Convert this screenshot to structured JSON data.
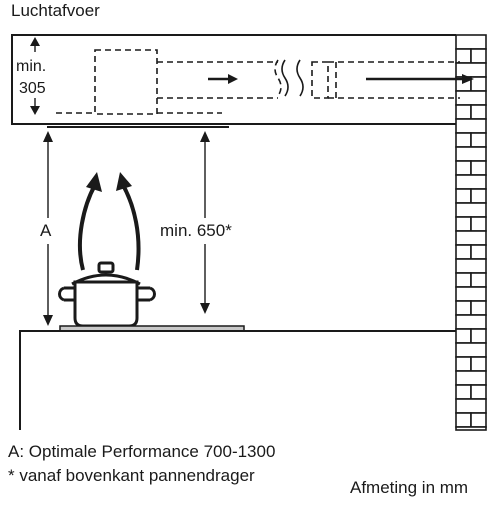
{
  "title": "Luchtafvoer",
  "labels": {
    "min_label": "min.",
    "min_value": "305",
    "a_label": "A",
    "min650": "min. 650*"
  },
  "footer": {
    "line1": "A: Optimale Performance 700-1300",
    "line2": "* vanaf bovenkant pannendrager",
    "units": "Afmeting in mm"
  },
  "colors": {
    "line": "#1a1a1a",
    "cooktop": "#c8c8c8",
    "background": "#ffffff"
  },
  "icons": [
    "arrow-right-icon",
    "pot-icon",
    "steam-arrow-icon",
    "brick-wall-icon"
  ]
}
